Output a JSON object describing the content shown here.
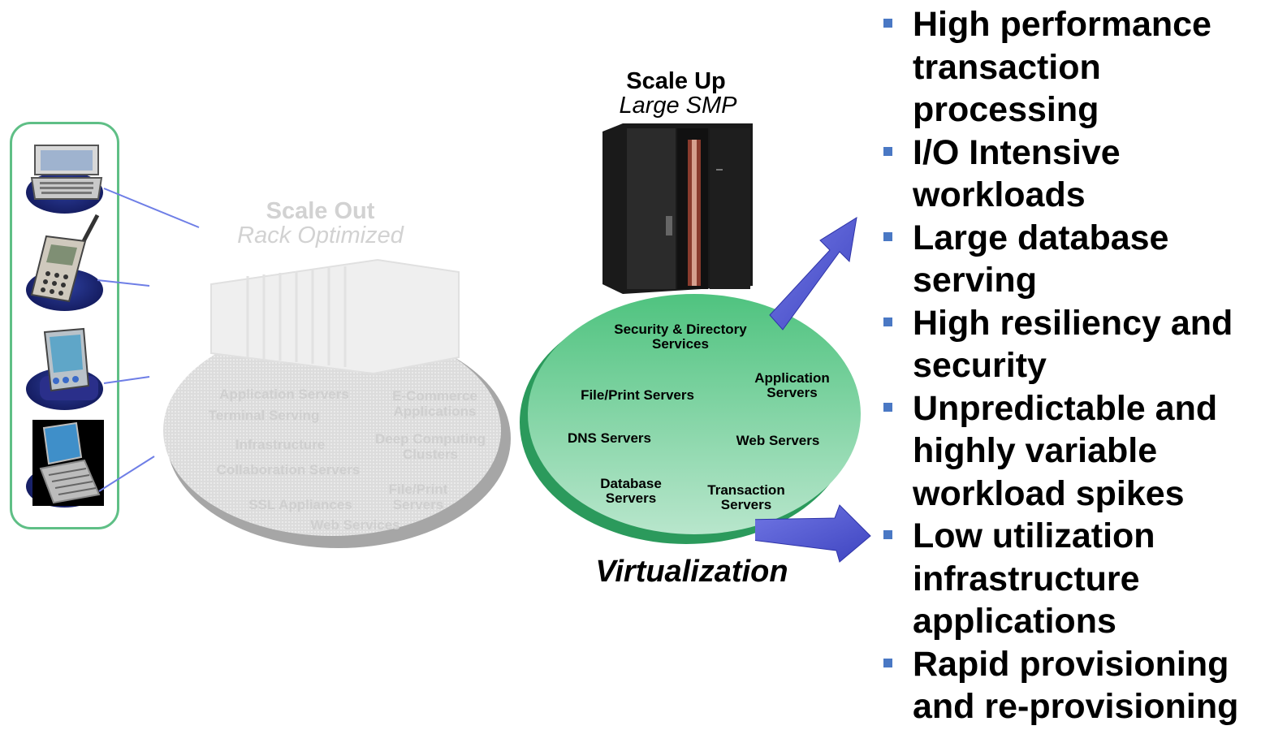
{
  "colors": {
    "accent_green": "#5fbf86",
    "arrow_blue": "#5a5fd6",
    "bullet_blue": "#4a78c4",
    "faded_gray": "#cfcfcf"
  },
  "devices": [
    {
      "name": "laptop-icon"
    },
    {
      "name": "cell-phone-icon"
    },
    {
      "name": "pda-icon"
    },
    {
      "name": "tablet-icon"
    }
  ],
  "scale_out": {
    "title": "Scale Out",
    "subtitle": "Rack Optimized",
    "services": [
      "Application Servers",
      "Terminal Serving",
      "E-Commerce Applications",
      "Infrastructure",
      "Deep Computing Clusters",
      "Collaboration Servers",
      "File/Print Servers",
      "SSL Appliances",
      "Web Services"
    ]
  },
  "scale_up": {
    "title": "Scale Up",
    "subtitle": "Large SMP",
    "services": [
      "Security & Directory Services",
      "Application Servers",
      "File/Print Servers",
      "DNS Servers",
      "Web Servers",
      "Database Servers",
      "Transaction Servers"
    ],
    "footer": "Virtualization"
  },
  "bullets": [
    "High performance transaction processing",
    "I/O Intensive workloads",
    "Large database serving",
    "High resiliency and security",
    "Unpredictable and highly variable workload spikes",
    "Low utilization infrastructure applications",
    "Rapid provisioning and re-provisioning"
  ]
}
